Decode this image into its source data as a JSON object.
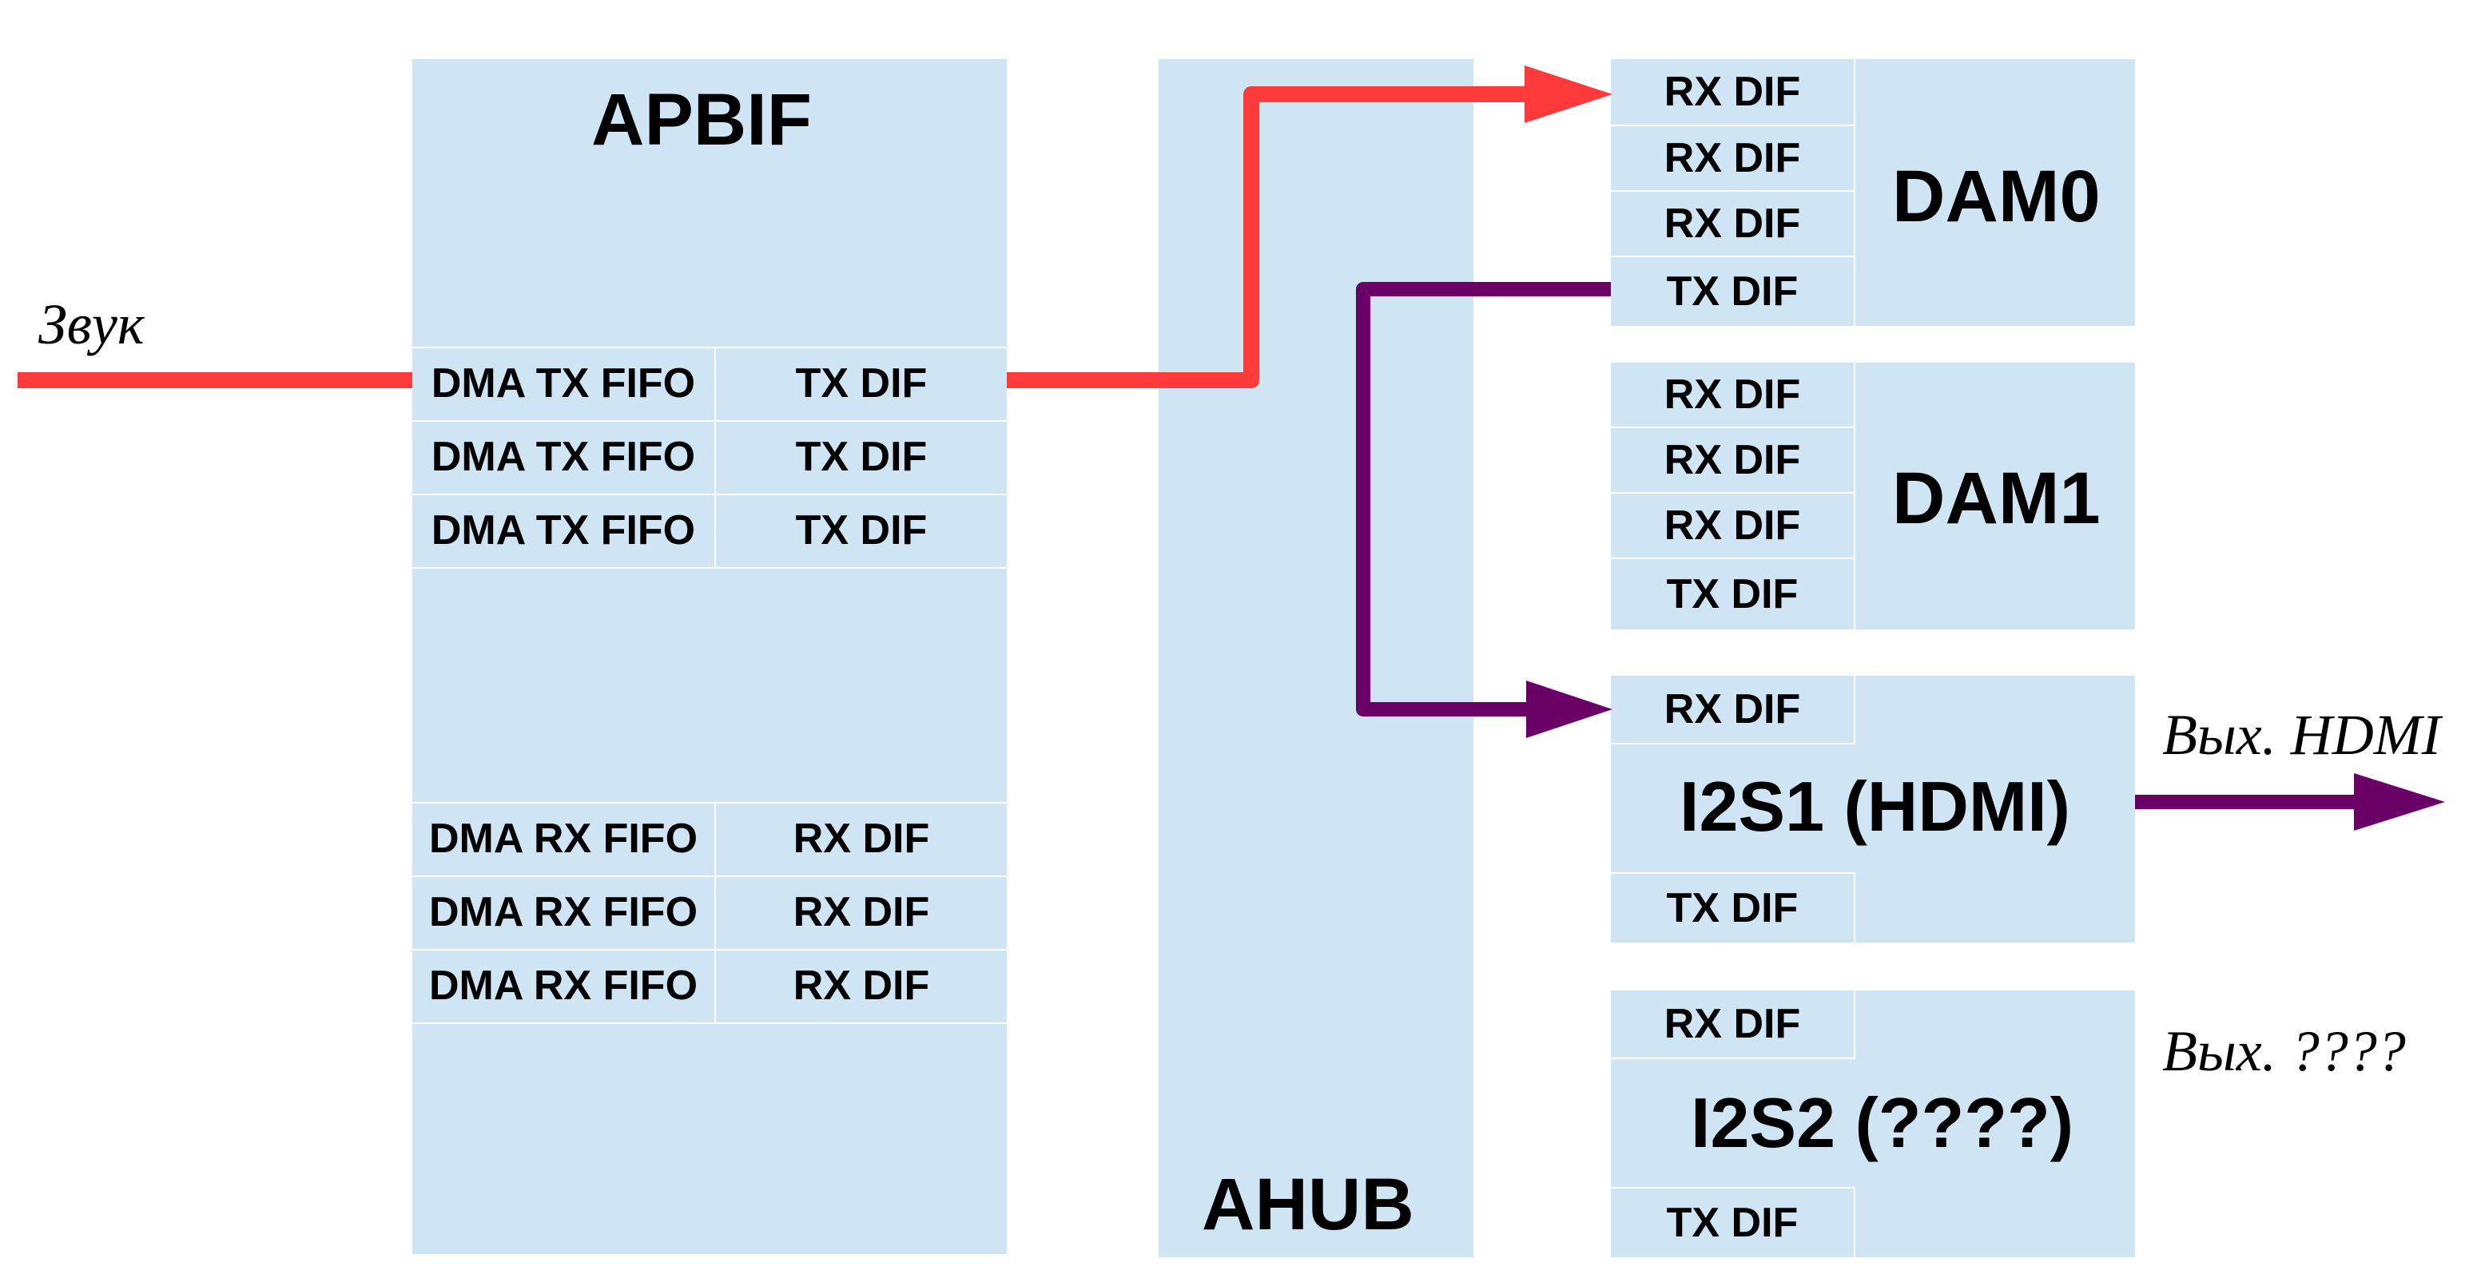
{
  "colors": {
    "block_fill": "#cfe5f3",
    "playback_path": "#ff3a3a",
    "hdmi_path": "#6a0066"
  },
  "apbif": {
    "title": "APBIF",
    "tx_rows": [
      {
        "fifo": "DMA TX FIFO",
        "dif": "TX DIF"
      },
      {
        "fifo": "DMA TX FIFO",
        "dif": "TX DIF"
      },
      {
        "fifo": "DMA TX FIFO",
        "dif": "TX DIF"
      }
    ],
    "rx_rows": [
      {
        "fifo": "DMA RX FIFO",
        "dif": "RX DIF"
      },
      {
        "fifo": "DMA RX FIFO",
        "dif": "RX DIF"
      },
      {
        "fifo": "DMA RX FIFO",
        "dif": "RX DIF"
      }
    ]
  },
  "ahub": {
    "title": "AHUB"
  },
  "dam0": {
    "title": "DAM0",
    "difs": [
      "RX DIF",
      "RX DIF",
      "RX DIF",
      "TX DIF"
    ]
  },
  "dam1": {
    "title": "DAM1",
    "difs": [
      "RX DIF",
      "RX DIF",
      "RX DIF",
      "TX DIF"
    ]
  },
  "i2s1": {
    "title": "I2S1 (HDMI)",
    "rx": "RX DIF",
    "tx": "TX DIF"
  },
  "i2s2": {
    "title": "I2S2 (????)",
    "rx": "RX DIF",
    "tx": "TX DIF"
  },
  "labels": {
    "input": "Звук",
    "hdmi_out": "Вых. HDMI",
    "unknown_out": "Вых. ????"
  }
}
